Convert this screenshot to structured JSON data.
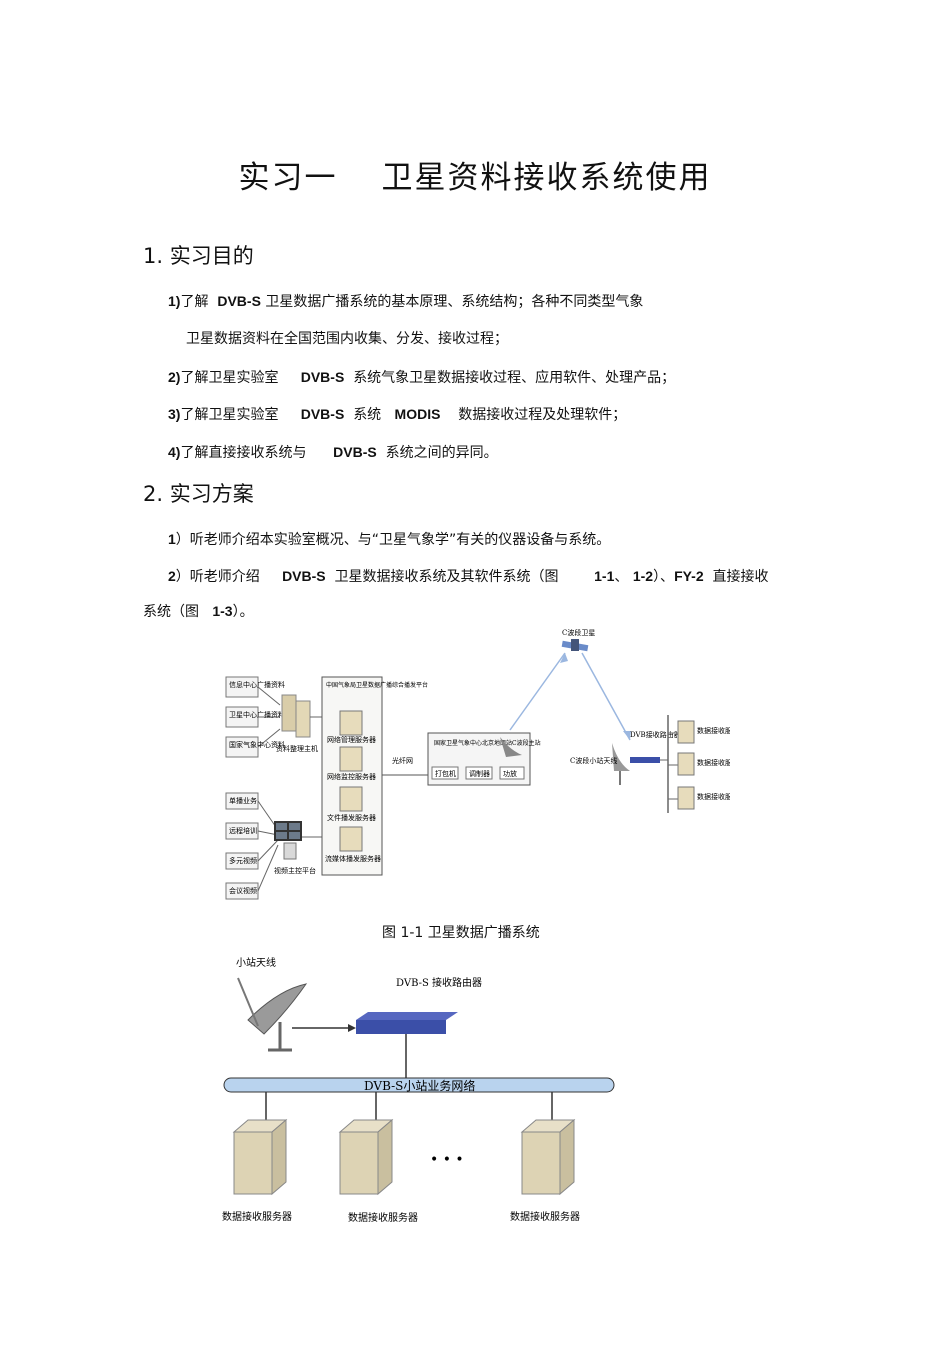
{
  "title": {
    "part1": "实习一",
    "part2": "卫星资料接收系统使用"
  },
  "section1": {
    "heading": "1.  实习目的",
    "items": [
      {
        "num": "1)",
        "t1": "了解",
        "b1": "DVB-S",
        "t2": "卫星数据广播系统的基本原理、系统结构；各种不同类型气象",
        "cont": "卫星数据资料在全国范围内收集、分发、接收过程；"
      },
      {
        "num": "2)",
        "t1": "了解卫星实验室",
        "b1": "DVB-S",
        "t2": "系统气象卫星数据接收过程、应用软件、处理产品；"
      },
      {
        "num": "3)",
        "t1": "了解卫星实验室",
        "b1": "DVB-S",
        "t2": "系统",
        "b2": "MODIS",
        "t3": "数据接收过程及处理软件；"
      },
      {
        "num": "4)",
        "t1": "了解直接接收系统与",
        "b1": "DVB-S",
        "t2": "系统之间的异同。"
      }
    ]
  },
  "section2": {
    "heading": "2.  实习方案",
    "items": [
      {
        "num": "1",
        "text": "）听老师介绍本实验室概况、与“卫星气象学”有关的仪器设备与系统。"
      },
      {
        "num": "2",
        "t1": "）听老师介绍",
        "b1": "DVB-S",
        "t2": "卫星数据接收系统及其软件系统（图",
        "b2": "1-1",
        "t3": "、",
        "b3": "1-2",
        "t4": "）、",
        "b4": "FY-2",
        "t5": "直接接收",
        "cont1": "系统（图",
        "cont_b": "1-3",
        "cont2": "）。"
      }
    ]
  },
  "figure1": {
    "caption": "图  1-1   卫星数据广播系统",
    "satellite_label": "C波段卫星",
    "left_sources": [
      "信息中心广播资料",
      "卫星中心广播资料",
      "国家气象中心资料"
    ],
    "left_sources2": [
      "单播业务",
      "远程培训",
      "多元视频",
      "会议视频"
    ],
    "host_label": "资料整理主机",
    "video_label": "视频主控平台",
    "platform_title": "中国气象局卫星数据广播综合播发平台",
    "platform_servers": [
      "网络管理服务器",
      "网络监控服务器",
      "文件播发服务器",
      "流媒体播发服务器"
    ],
    "fiber_label": "光纤网",
    "station_title": "国家卫星气象中心北京地面站C波段主站",
    "station_parts": [
      "打包机",
      "调制器",
      "功放"
    ],
    "antenna_label": "C波段小站天线",
    "router_label": "DVB接收路由器",
    "recv_servers": [
      "数据接收服务器",
      "数据接收服务器",
      "数据接收服务器"
    ]
  },
  "figure2": {
    "antenna_label": "小站天线",
    "router_label": "DVB-S 接收路由器",
    "network_label": "DVB-S小站业务网络",
    "servers": [
      "数据接收服务器",
      "数据接收服务器",
      "数据接收服务器"
    ],
    "ellipsis": "• • •"
  },
  "colors": {
    "network_bar": "#b9d3ee",
    "router": "#3b4fa8",
    "arrow": "#9bb7e0"
  }
}
